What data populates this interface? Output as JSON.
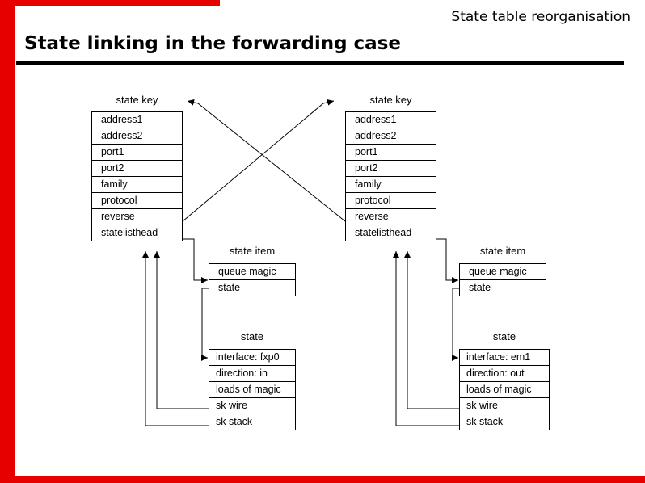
{
  "page": {
    "top_right_title": "State table reorganisation",
    "heading": "State linking in the forwarding case"
  },
  "colors": {
    "accent_red": "#e60000",
    "line_color": "#000000"
  },
  "diagram": {
    "labels": {
      "state_key": "state key",
      "state_item": "state item",
      "state": "state"
    },
    "state_key_rows": [
      "address1",
      "address2",
      "port1",
      "port2",
      "family",
      "protocol",
      "reverse",
      "statelisthead"
    ],
    "state_item_rows": [
      "queue magic",
      "state"
    ],
    "left_state_rows": [
      "interface: fxp0",
      "direction: in",
      "loads of magic",
      "sk wire",
      "sk stack"
    ],
    "right_state_rows": [
      "interface: em1",
      "direction: out",
      "loads of magic",
      "sk wire",
      "sk stack"
    ]
  }
}
